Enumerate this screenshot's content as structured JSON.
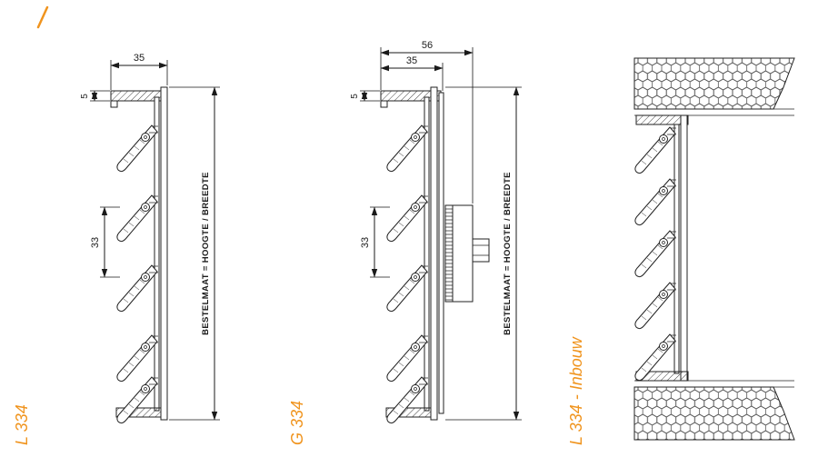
{
  "accent": "#f0941e",
  "drawing": {
    "panels": [
      {
        "label": "L 334",
        "dims": {
          "top_width": "35",
          "frame_thickness": "5",
          "blade_pitch": "33",
          "order_size": "BESTELMAAT = HOOGTE / BREEDTE"
        }
      },
      {
        "label": "G 334",
        "dims": {
          "overall_width": "56",
          "top_width": "35",
          "frame_thickness": "5",
          "blade_pitch": "33",
          "order_size": "BESTELMAAT = HOOGTE / BREEDTE"
        }
      },
      {
        "label": "L 334 - Inbouw",
        "dims": {}
      }
    ]
  }
}
